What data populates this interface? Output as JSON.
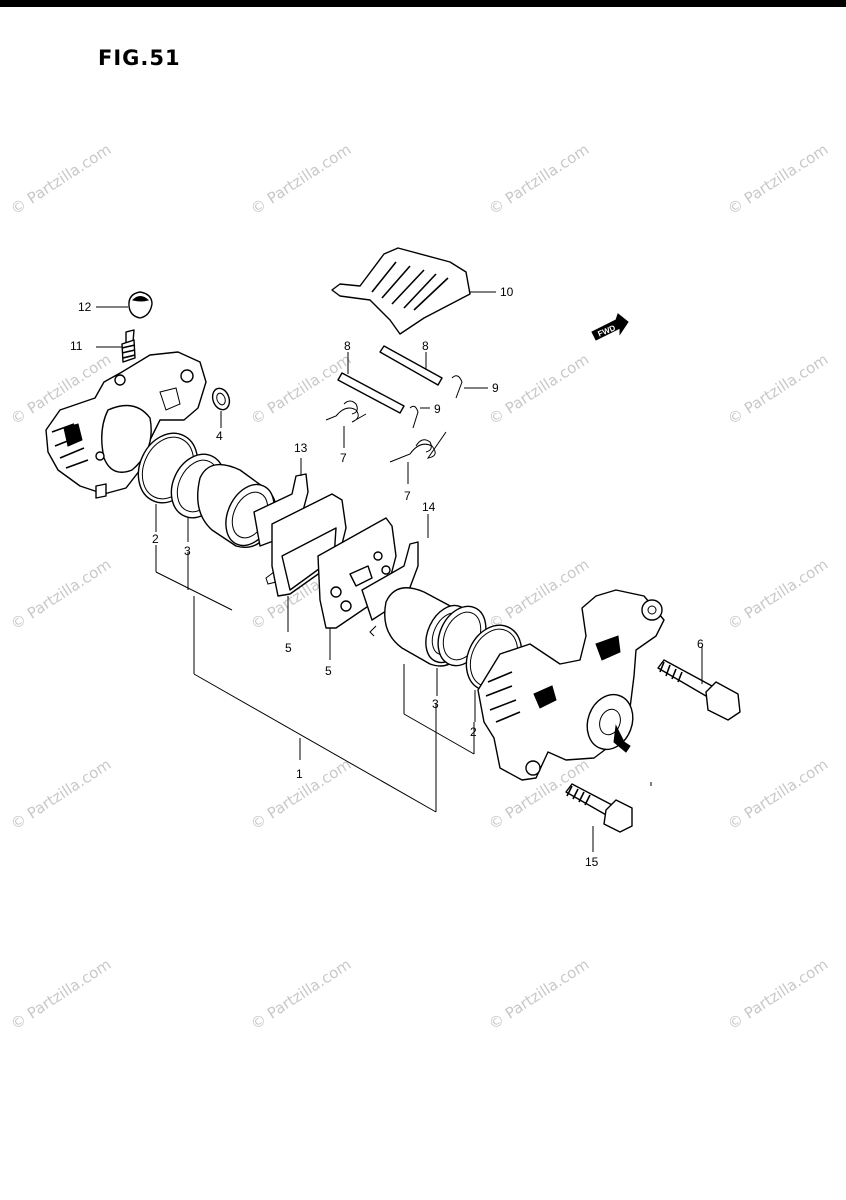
{
  "figure": {
    "title": "FIG.51"
  },
  "watermark": {
    "text": "© Partzilla.com"
  },
  "fwd_arrow": {
    "text": "FWD"
  },
  "callouts": [
    {
      "id": "callout-1",
      "number": "1"
    },
    {
      "id": "callout-2a",
      "number": "2"
    },
    {
      "id": "callout-2b",
      "number": "2"
    },
    {
      "id": "callout-3a",
      "number": "3"
    },
    {
      "id": "callout-3b",
      "number": "3"
    },
    {
      "id": "callout-4",
      "number": "4"
    },
    {
      "id": "callout-5a",
      "number": "5"
    },
    {
      "id": "callout-5b",
      "number": "5"
    },
    {
      "id": "callout-6",
      "number": "6"
    },
    {
      "id": "callout-7a",
      "number": "7"
    },
    {
      "id": "callout-7b",
      "number": "7"
    },
    {
      "id": "callout-8a",
      "number": "8"
    },
    {
      "id": "callout-8b",
      "number": "8"
    },
    {
      "id": "callout-9a",
      "number": "9"
    },
    {
      "id": "callout-9b",
      "number": "9"
    },
    {
      "id": "callout-10",
      "number": "10"
    },
    {
      "id": "callout-11",
      "number": "11"
    },
    {
      "id": "callout-12",
      "number": "12"
    },
    {
      "id": "callout-13",
      "number": "13"
    },
    {
      "id": "callout-14",
      "number": "14"
    },
    {
      "id": "callout-15",
      "number": "15"
    }
  ]
}
